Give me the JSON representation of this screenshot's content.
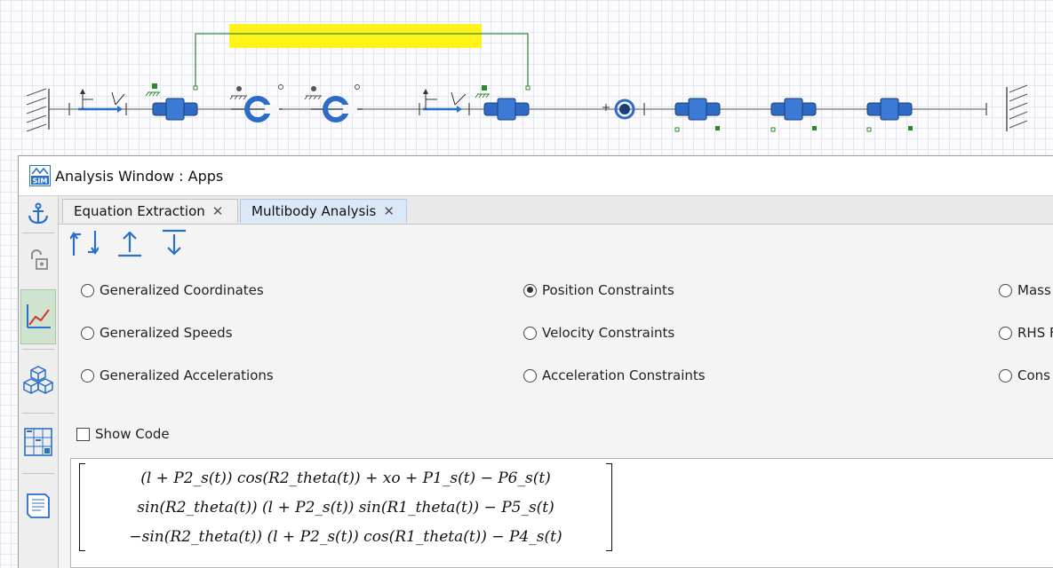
{
  "window": {
    "title": "Analysis Window : Apps"
  },
  "tabs": [
    {
      "label": "Equation Extraction",
      "active": false
    },
    {
      "label": "Multibody Analysis",
      "active": true
    }
  ],
  "toolbar_icons": [
    "swap-arrows-icon",
    "upload-arrow-icon",
    "download-arrow-icon"
  ],
  "side_toolbar_icons": [
    "anchor-icon",
    "lock-icon",
    "plot-icon",
    "cubes-icon",
    "grid-table-icon",
    "document-icon"
  ],
  "options": {
    "col1": [
      "Generalized Coordinates",
      "Generalized Speeds",
      "Generalized Accelerations"
    ],
    "col2": [
      "Position Constraints",
      "Velocity Constraints",
      "Acceleration Constraints"
    ],
    "col3": [
      "Mass",
      "RHS F",
      "Cons"
    ],
    "selected": "Position Constraints"
  },
  "show_code": {
    "label": "Show Code",
    "checked": false
  },
  "output": {
    "rows": [
      "(l + P2_s(t)) cos(R2_theta(t)) + xo + P1_s(t) − P6_s(t)",
      "sin(R2_theta(t)) (l + P2_s(t)) sin(R1_theta(t)) − P5_s(t)",
      "−sin(R2_theta(t)) (l + P2_s(t)) cos(R1_theta(t)) − P4_s(t)"
    ]
  },
  "colors": {
    "accent_blue": "#2a6fc9",
    "component_blue": "#2e6bc6",
    "connection_green": "#3a8a3a",
    "highlight_yellow": "#fff200",
    "selected_side": "#cfe3cf",
    "active_tab": "#dbe8f7"
  }
}
